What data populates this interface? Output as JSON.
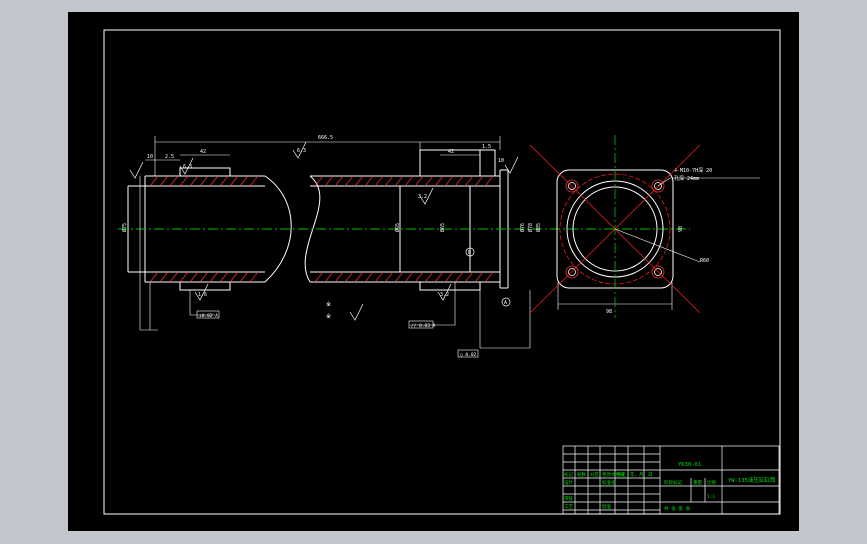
{
  "drawing": {
    "overall_length": "666.5",
    "dim_left_small": "10",
    "dim_left_1": "2.5",
    "dim_left_2": "42",
    "dim_right_1": "42",
    "dim_right_2": "1.5",
    "dim_right_3": "10",
    "left_dia": "Ø75",
    "inner_dia": "Ø65",
    "inner_dia_2": "Ø65",
    "right_dia_1": "Ø76",
    "right_dia_2": "Ø78",
    "right_dia_3": "Ø85",
    "surface_mark_1": "6.3",
    "surface_mark_2": "3.2",
    "surface_mark_3": "1.6",
    "surface_mark_4": "3.2",
    "surface_mark_5": "6.3",
    "datum_a": "A",
    "datum_b": "B",
    "tol_box_1": "⊥0.02 A",
    "tol_box_2": "// 0.03 A",
    "tol_box_3": "○ 0.02",
    "thread_note": "4-M10-7H深 20",
    "thread_note_2": "孔深 24mm",
    "flange_width": "98",
    "flange_height": "98",
    "radius_note": "R60",
    "pcd_note": "Ø98"
  },
  "title_block": {
    "part_code": "YK30-01",
    "part_name": "YW-135液压缸缸筒",
    "row_labels": [
      "标记",
      "处数",
      "分区",
      "更改文件号",
      "签名",
      "年、月、日"
    ],
    "design": "设计",
    "standard": "标准化",
    "stage_mark": "阶段标记",
    "weight": "重量",
    "scale": "比例",
    "scale_value": "1:1",
    "check": "审核",
    "process": "工艺",
    "approve": "批准",
    "sheets": "共  张  第  张"
  },
  "colors": {
    "paper": "#000000",
    "outline": "#ffffff",
    "centerline": "#00c000",
    "hidden": "#ff2020",
    "text": "#00e000"
  }
}
